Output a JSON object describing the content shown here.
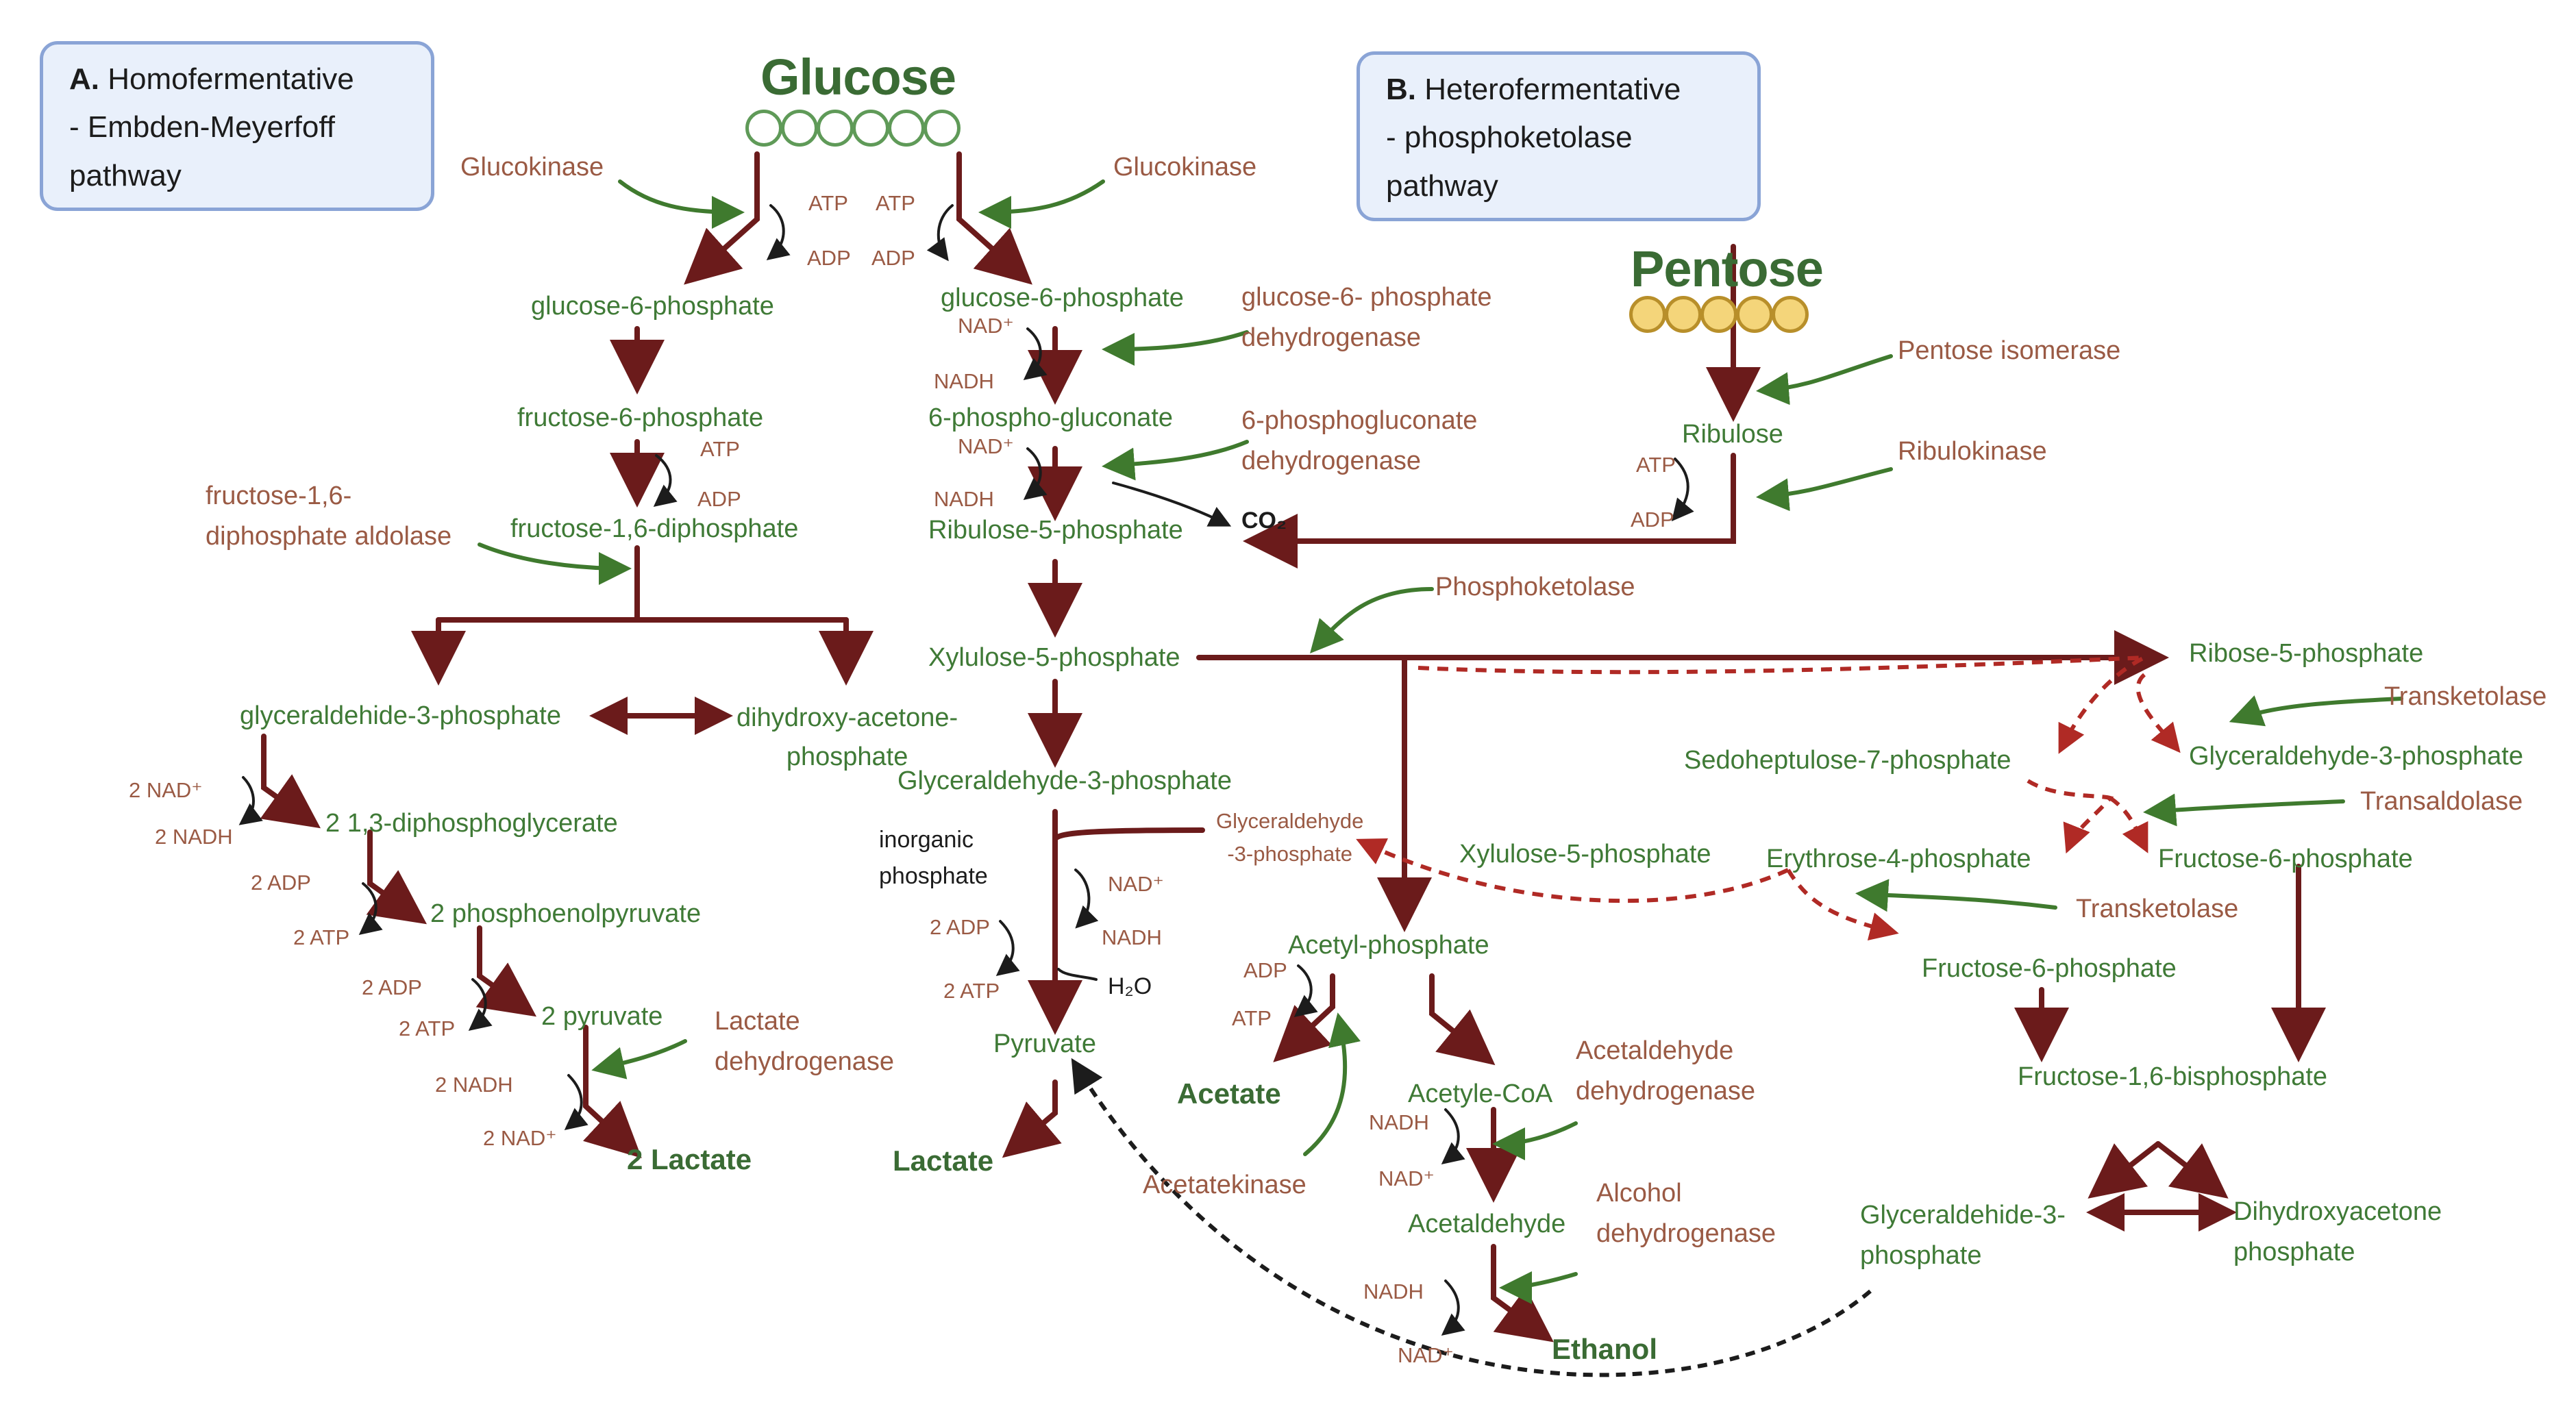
{
  "boxes": {
    "a_letter": "A.",
    "a_text": "Homofermentative\n- Embden-Meyerfoff\npathway",
    "b_letter": "B.",
    "b_text": "Heterofermentative\n- phosphoketolase\npathway"
  },
  "substrates": {
    "glucose": "Glucose",
    "pentose": "Pentose"
  },
  "homo": {
    "glucokinase": "Glucokinase",
    "atp1": "ATP",
    "adp1": "ADP",
    "g6p": "glucose-6-phosphate",
    "f6p": "fructose-6-phosphate",
    "atp2": "ATP",
    "adp2": "ADP",
    "aldolase": "fructose-1,6-\ndiphosphate aldolase",
    "f16dp": "fructose-1,6-diphosphate",
    "g3p": "glyceraldehide-3-phosphate",
    "dhap": "dihydroxy-acetone-\nphosphate",
    "nad1": "2 NAD⁺",
    "nadh1": "2 NADH",
    "bpg": "2 1,3-diphosphoglycerate",
    "adp3": "2 ADP",
    "atp3": "2 ATP",
    "pep": "2 phosphoenolpyruvate",
    "adp4": "2 ADP",
    "atp4": "2 ATP",
    "pyruvate": "2 pyruvate",
    "ldh": "Lactate\ndehydrogenase",
    "nadh2": "2 NADH",
    "nad2": "2 NAD⁺",
    "lactate": "2 Lactate"
  },
  "hetero": {
    "glucokinase": "Glucokinase",
    "atp1": "ATP",
    "adp1": "ADP",
    "g6p": "glucose-6-phosphate",
    "g6pdh": "glucose-6- phosphate\ndehydrogenase",
    "nad1": "NAD⁺",
    "nadh1": "NADH",
    "pg": "6-phospho-gluconate",
    "pgdh": "6-phosphogluconate\ndehydrogenase",
    "nad2": "NAD⁺",
    "nadh2": "NADH",
    "ru5p": "Ribulose-5-phosphate",
    "co2": "CO₂",
    "x5p": "Xylulose-5-phosphate",
    "phosphoketolase": "Phosphoketolase",
    "g3p": "Glyceraldehyde-3-phosphate",
    "inorg": "inorganic\nphosphate",
    "g3p_small": "Glyceraldehyde\n-3-phosphate",
    "nad3": "NAD⁺",
    "nadh3": "NADH",
    "adp2": "2 ADP",
    "atp2": "2 ATP",
    "h2o": "H₂O",
    "pyruvate": "Pyruvate",
    "lactate": "Lactate",
    "acetylp": "Acetyl-phosphate",
    "adp3": "ADP",
    "atp3": "ATP",
    "acetate": "Acetate",
    "acetatekinase": "Acetatekinase",
    "acetylcoa": "Acetyle-CoA",
    "acdh": "Acetaldehyde\ndehydrogenase",
    "nadh4": "NADH",
    "nad4": "NAD⁺",
    "acetaldehyde": "Acetaldehyde",
    "adh": "Alcohol\ndehydrogenase",
    "nadh5": "NADH",
    "nad5": "NAD⁺",
    "ethanol": "Ethanol"
  },
  "pentose": {
    "isomerase": "Pentose isomerase",
    "ribulose": "Ribulose",
    "ribulokinase": "Ribulokinase",
    "atp": "ATP",
    "adp": "ADP",
    "r5p": "Ribose-5-phosphate",
    "transketolase1": "Transketolase",
    "s7p": "Sedoheptulose-7-phosphate",
    "g3p": "Glyceraldehyde-3-phosphate",
    "transaldolase": "Transaldolase",
    "x5p": "Xylulose-5-phosphate",
    "e4p": "Erythrose-4-phosphate",
    "f6p_a": "Fructose-6-phosphate",
    "transketolase2": "Transketolase",
    "f6p_b": "Fructose-6-phosphate",
    "f16bp": "Fructose-1,6-bisphosphate",
    "g3p2": "Glyceraldehide-3-\nphosphate",
    "dhap": "Dihydroxyacetone\nphosphate"
  },
  "colors": {
    "pathway_arrow": "#6b1b1b",
    "enzyme_arrow": "#3f7a2e",
    "cofactor_arrow": "#1c1c1c",
    "metabolite_text": "#3f7a36",
    "enzyme_text": "#9a5a44",
    "box_border": "#8aa4d6",
    "box_fill": "#e9f0fb"
  }
}
